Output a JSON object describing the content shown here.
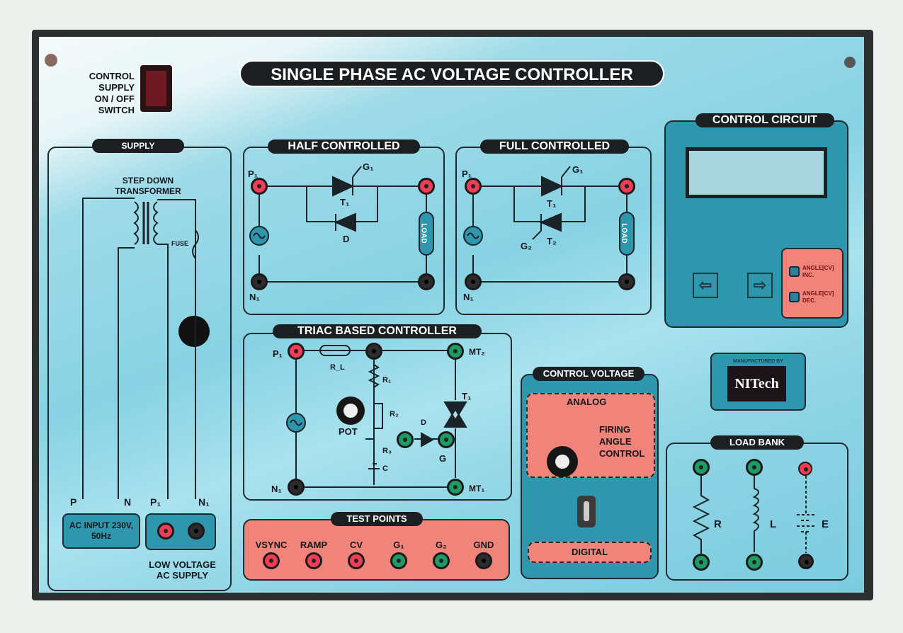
{
  "title": "SINGLE PHASE AC VOLTAGE CONTROLLER",
  "switch_label": [
    "CONTROL",
    "SUPPLY",
    "ON / OFF",
    "SWITCH"
  ],
  "supply": {
    "heading": "SUPPLY",
    "transformer": "STEP DOWN TRANSFORMER",
    "fuse": "FUSE",
    "p": "P",
    "n": "N",
    "p1": "P₁",
    "n1": "N₁",
    "ac_input": "AC INPUT 230V, 50Hz",
    "low_voltage": "LOW VOLTAGE AC SUPPLY"
  },
  "half": {
    "heading": "HALF CONTROLLED",
    "p1": "P₁",
    "g1": "G₁",
    "t1": "T₁",
    "d": "D",
    "load": "LOAD",
    "n1": "N₁"
  },
  "full": {
    "heading": "FULL CONTROLLED",
    "p1": "P₁",
    "g1": "G₁",
    "t1": "T₁",
    "g2": "G₂",
    "t2": "T₂",
    "load": "LOAD",
    "n1": "N₁"
  },
  "triac": {
    "heading": "TRIAC BASED CONTROLLER",
    "p1": "P₁",
    "rl": "R_L",
    "r1": "R₁",
    "r2": "R₂",
    "r3": "R₃",
    "pot": "POT",
    "c": "C",
    "d": "D",
    "t1": "T₁",
    "g": "G",
    "mt2": "MT₂",
    "mt1": "MT₁",
    "n1": "N₁"
  },
  "test_points": {
    "heading": "TEST POINTS",
    "items": [
      "VSYNC",
      "RAMP",
      "CV",
      "G₁",
      "G₂",
      "GND"
    ]
  },
  "control_circuit": {
    "heading": "CONTROL CIRCUIT",
    "inc": "ANGLE[CV] INC.",
    "dec": "ANGLE[CV] DEC."
  },
  "manufacturer": {
    "label": "MANUFACTURED BY",
    "logo": "NITech"
  },
  "control_voltage": {
    "heading": "CONTROL VOLTAGE",
    "analog": "ANALOG",
    "firing": "FIRING ANGLE CONTROL",
    "digital": "DIGITAL"
  },
  "load_bank": {
    "heading": "LOAD BANK",
    "r": "R",
    "l": "L",
    "e": "E"
  },
  "colors": {
    "panel": "#87d2e3",
    "teal": "#2f97ad",
    "salmon": "#f1847a",
    "terminal_red": "#ee3d55",
    "terminal_green": "#1f9a64"
  }
}
